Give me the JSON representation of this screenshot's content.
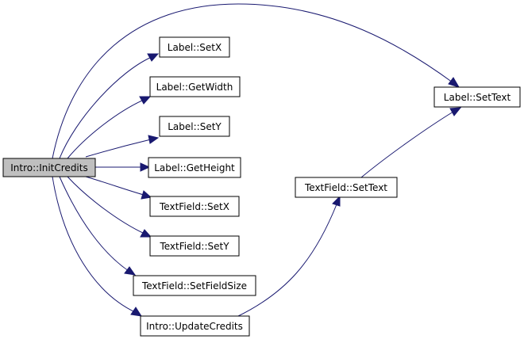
{
  "nodes": {
    "intro_initcredits": "Intro::InitCredits",
    "label_setx": "Label::SetX",
    "label_getwidth": "Label::GetWidth",
    "label_sety": "Label::SetY",
    "label_getheight": "Label::GetHeight",
    "textfield_setx": "TextField::SetX",
    "textfield_sety": "TextField::SetY",
    "textfield_setfieldsize": "TextField::SetFieldSize",
    "intro_updatecredits": "Intro::UpdateCredits",
    "textfield_settext": "TextField::SetText",
    "label_settext": "Label::SetText"
  },
  "colors": {
    "edge": "#191970",
    "root_fill": "#bfbfbf",
    "node_fill": "#ffffff"
  }
}
